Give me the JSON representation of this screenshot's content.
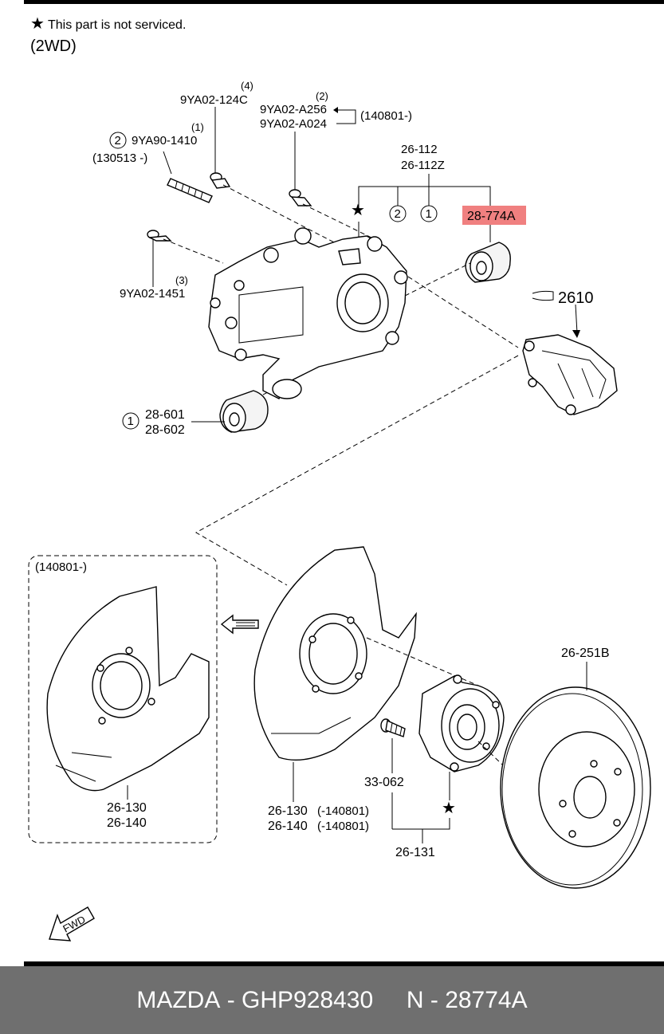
{
  "header": {
    "note_star": "★",
    "note": "This part is not serviced.",
    "variant": "(2WD)"
  },
  "labels": {
    "bolt_124c_qty": "(4)",
    "bolt_124c": "9YA02-124C",
    "bolt_a256_qty": "(2)",
    "bolt_a256": "9YA02-A256",
    "bolt_a024": "9YA02-A024",
    "bolt_a_date": "(140801-)",
    "bolt_1410_circle": "2",
    "bolt_1410_qty": "(1)",
    "bolt_1410": "9YA90-1410",
    "bolt_1410_date": "(130513 -)",
    "knuckle_a": "26-112",
    "knuckle_b": "26-112Z",
    "knuckle_star": "★",
    "knuckle_c2": "2",
    "knuckle_c1": "1",
    "highlight": "28-774A",
    "caliper": "2610",
    "bolt_1451_qty": "(3)",
    "bolt_1451": "9YA02-1451",
    "bush_circle": "1",
    "bush_a": "28-601",
    "bush_b": "28-602",
    "shield_date": "(140801-)",
    "shield_left_a": "26-130",
    "shield_left_b": "26-140",
    "disc": "26-251B",
    "stud": "33-062",
    "shield_a": "26-130",
    "shield_a_date": "(-140801)",
    "shield_b": "26-140",
    "shield_b_date": "(-140801)",
    "hub_star": "★",
    "hub": "26-131",
    "fwd": "FWD"
  },
  "footer": {
    "brand": "MAZDA",
    "sep1": " - ",
    "part_number": "GHP928430",
    "gap": "     ",
    "ref_prefix": "N",
    "sep2": " - ",
    "ref": "28774A"
  },
  "colors": {
    "highlight_fill": "#f08080",
    "footer_bg": "#6f6f6f"
  }
}
